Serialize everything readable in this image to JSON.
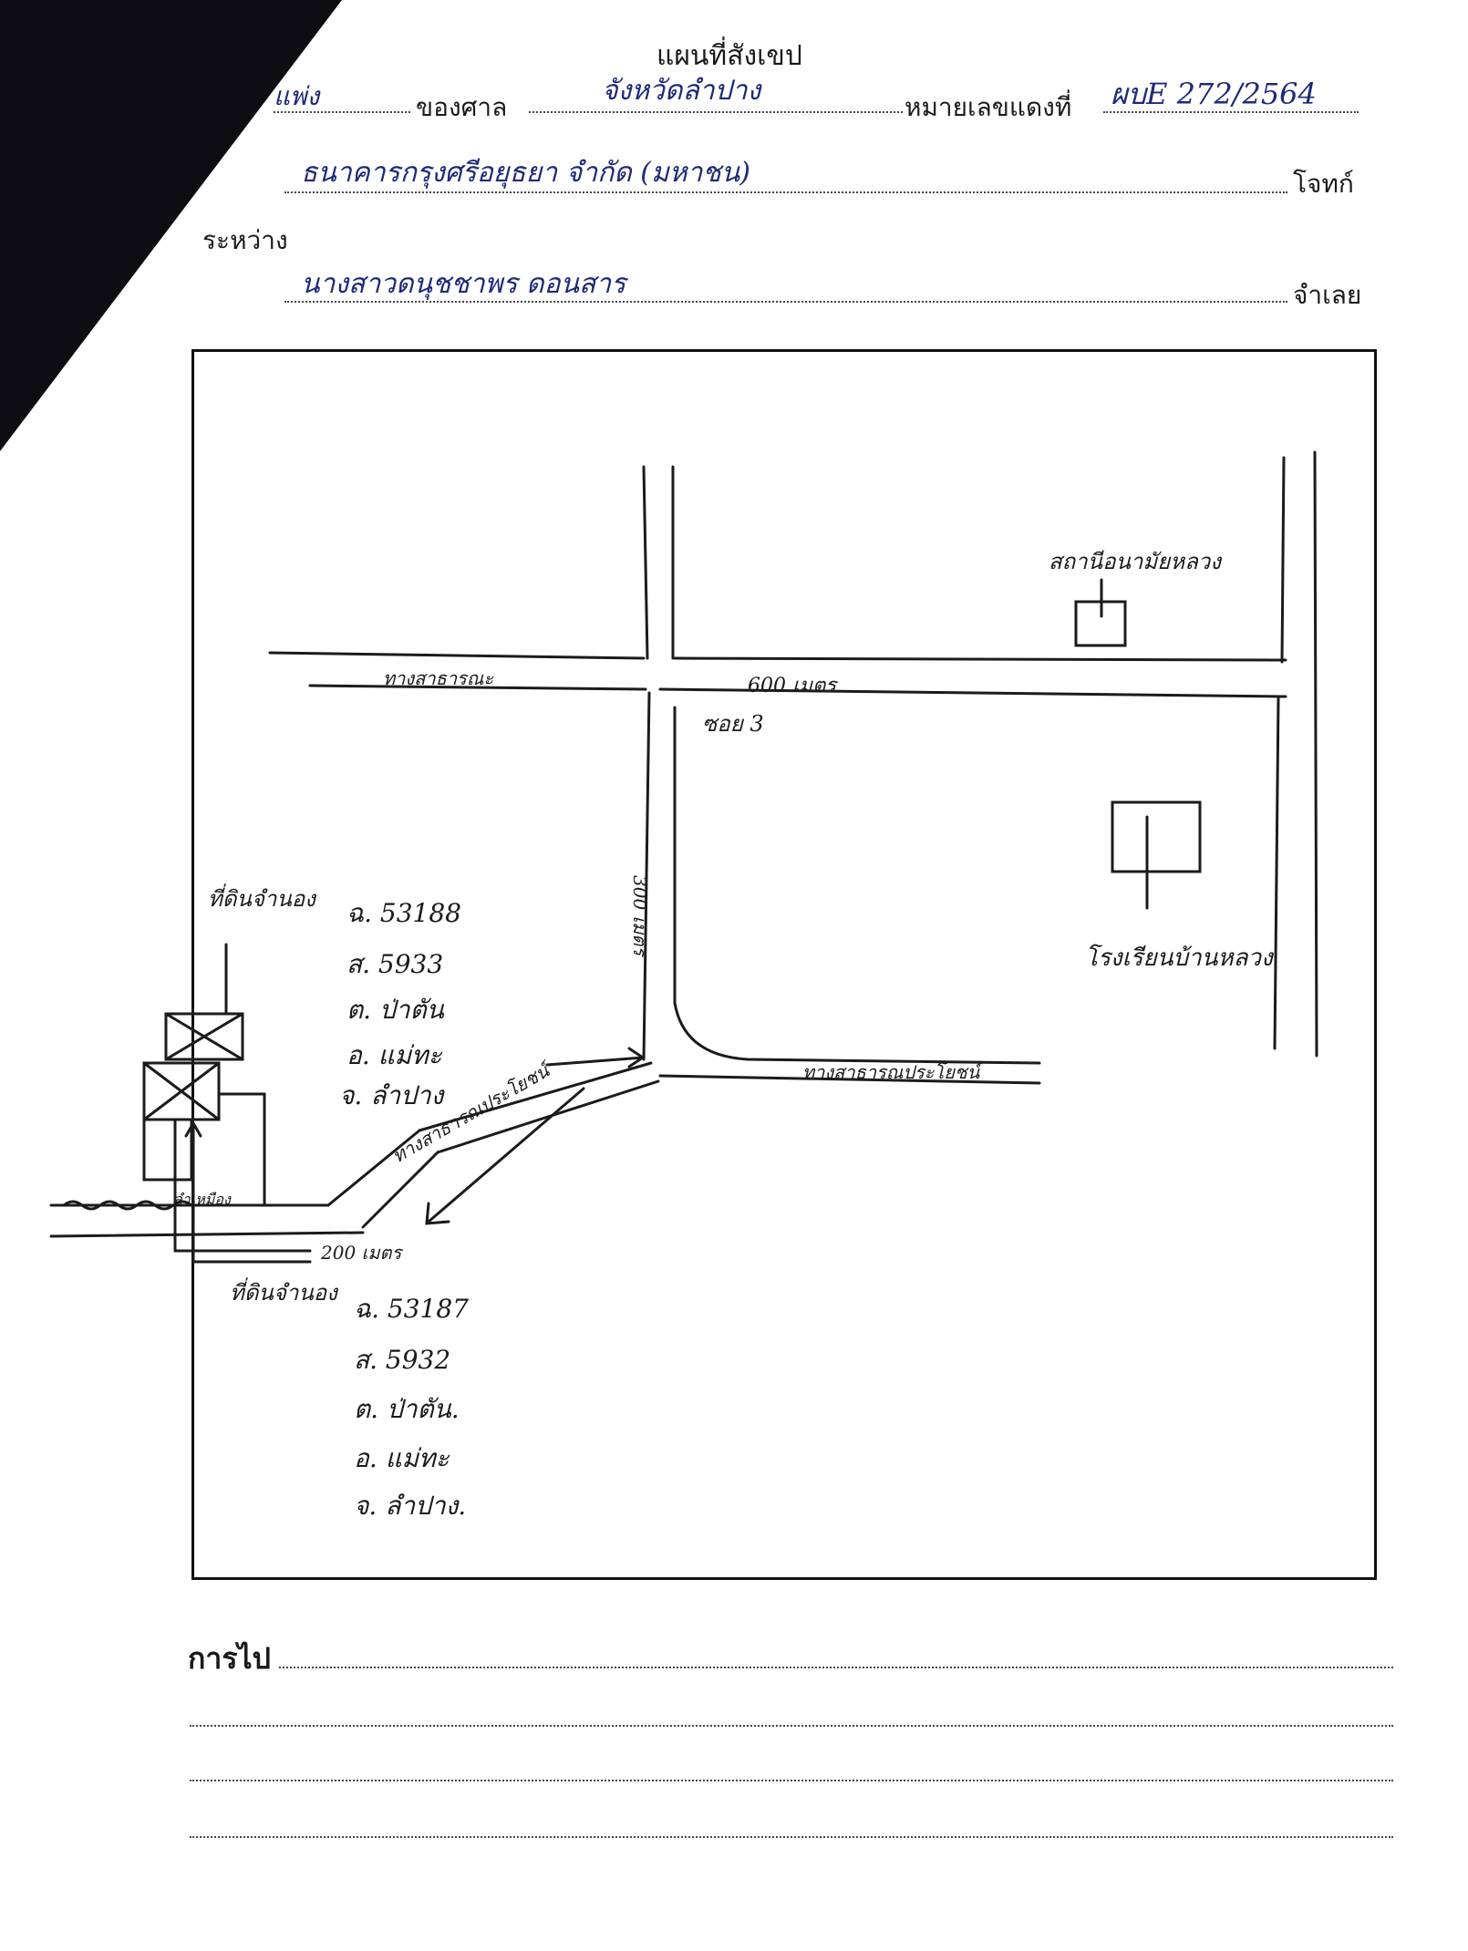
{
  "header": {
    "title": "แผนที่สังเขป",
    "court_prefix_hw": "แพ่ง",
    "court_label": "ของศาล",
    "court_name_hw": "จังหวัดลำปาง",
    "red_case_label": "หมายเลขแดงที่",
    "red_case_no_hw": "ผบE 272/2564",
    "plaintiff_hw": "ธนาคารกรุงศรีอยุธยา จำกัด (มหาชน)",
    "plaintiff_label": "โจทก์",
    "between_label": "ระหว่าง",
    "defendant_hw": "นางสาวดนุชชาพร ดอนสาร",
    "defendant_label": "จำเลย"
  },
  "map": {
    "road_top_left": "ทางสาธารณะ",
    "distance_top": "600 เมตร",
    "soi": "ซอย 3",
    "distance_vertical": "300 เมตร",
    "road_right": "ทางสาธารณประโยชน์",
    "road_diag": "ทางสาธารณประโยชน์",
    "distance_bottom": "200 เมตร",
    "stream": "ลำเหมือง",
    "landmark_top_right": "สถานีอนามัยหลวง",
    "landmark_school": "โรงเรียนบ้านหลวง",
    "parcel1": {
      "title": "ที่ดินจำนอง",
      "lines": [
        "ฉ. 53188",
        "ส. 5933",
        "ต. ป่าตัน",
        "อ. แม่ทะ",
        "จ. ลำปาง"
      ]
    },
    "parcel2": {
      "title": "ที่ดินจำนอง",
      "lines": [
        "ฉ. 53187",
        "ส. 5932",
        "ต. ป่าตัน.",
        "อ. แม่ทะ",
        "จ. ลำปาง."
      ]
    }
  },
  "footer": {
    "going_label": "การไป"
  },
  "colors": {
    "corner": "#0d0d12",
    "ink": "#1e2a78"
  }
}
